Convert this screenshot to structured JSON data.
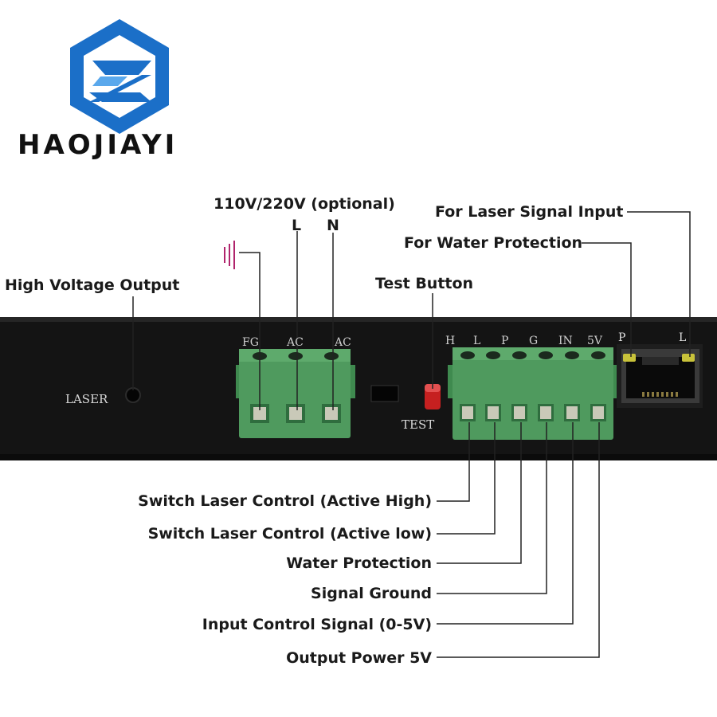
{
  "brand": {
    "name": "HAOJIAYI",
    "logo_icon": "hexagon-z-logo-icon"
  },
  "top_labels": {
    "voltage": "110V/220V (optional)",
    "live": "L",
    "neutral": "N",
    "high_voltage": "High Voltage Output",
    "test_button": "Test Button",
    "laser_signal_input": "For Laser Signal Input",
    "water_protection_port": "For Water Protection"
  },
  "panel": {
    "laser_label": "LASER",
    "test_label": "TEST",
    "left_terminal_labels": [
      "FG",
      "AC",
      "AC"
    ],
    "right_terminal_labels": [
      "H",
      "L",
      "P",
      "G",
      "IN",
      "5V"
    ],
    "port_labels": [
      "P",
      "L"
    ]
  },
  "bottom_labels": [
    "Switch Laser Control (Active High)",
    "Switch Laser Control (Active low)",
    "Water Protection",
    "Signal Ground",
    "Input Control Signal (0-5V)",
    "Output Power 5V"
  ],
  "colors": {
    "logo_blue": "#1b6fc8",
    "terminal_green": "#4f9a5e",
    "panel_black": "#141414",
    "ground_symbol": "#b0246c"
  }
}
